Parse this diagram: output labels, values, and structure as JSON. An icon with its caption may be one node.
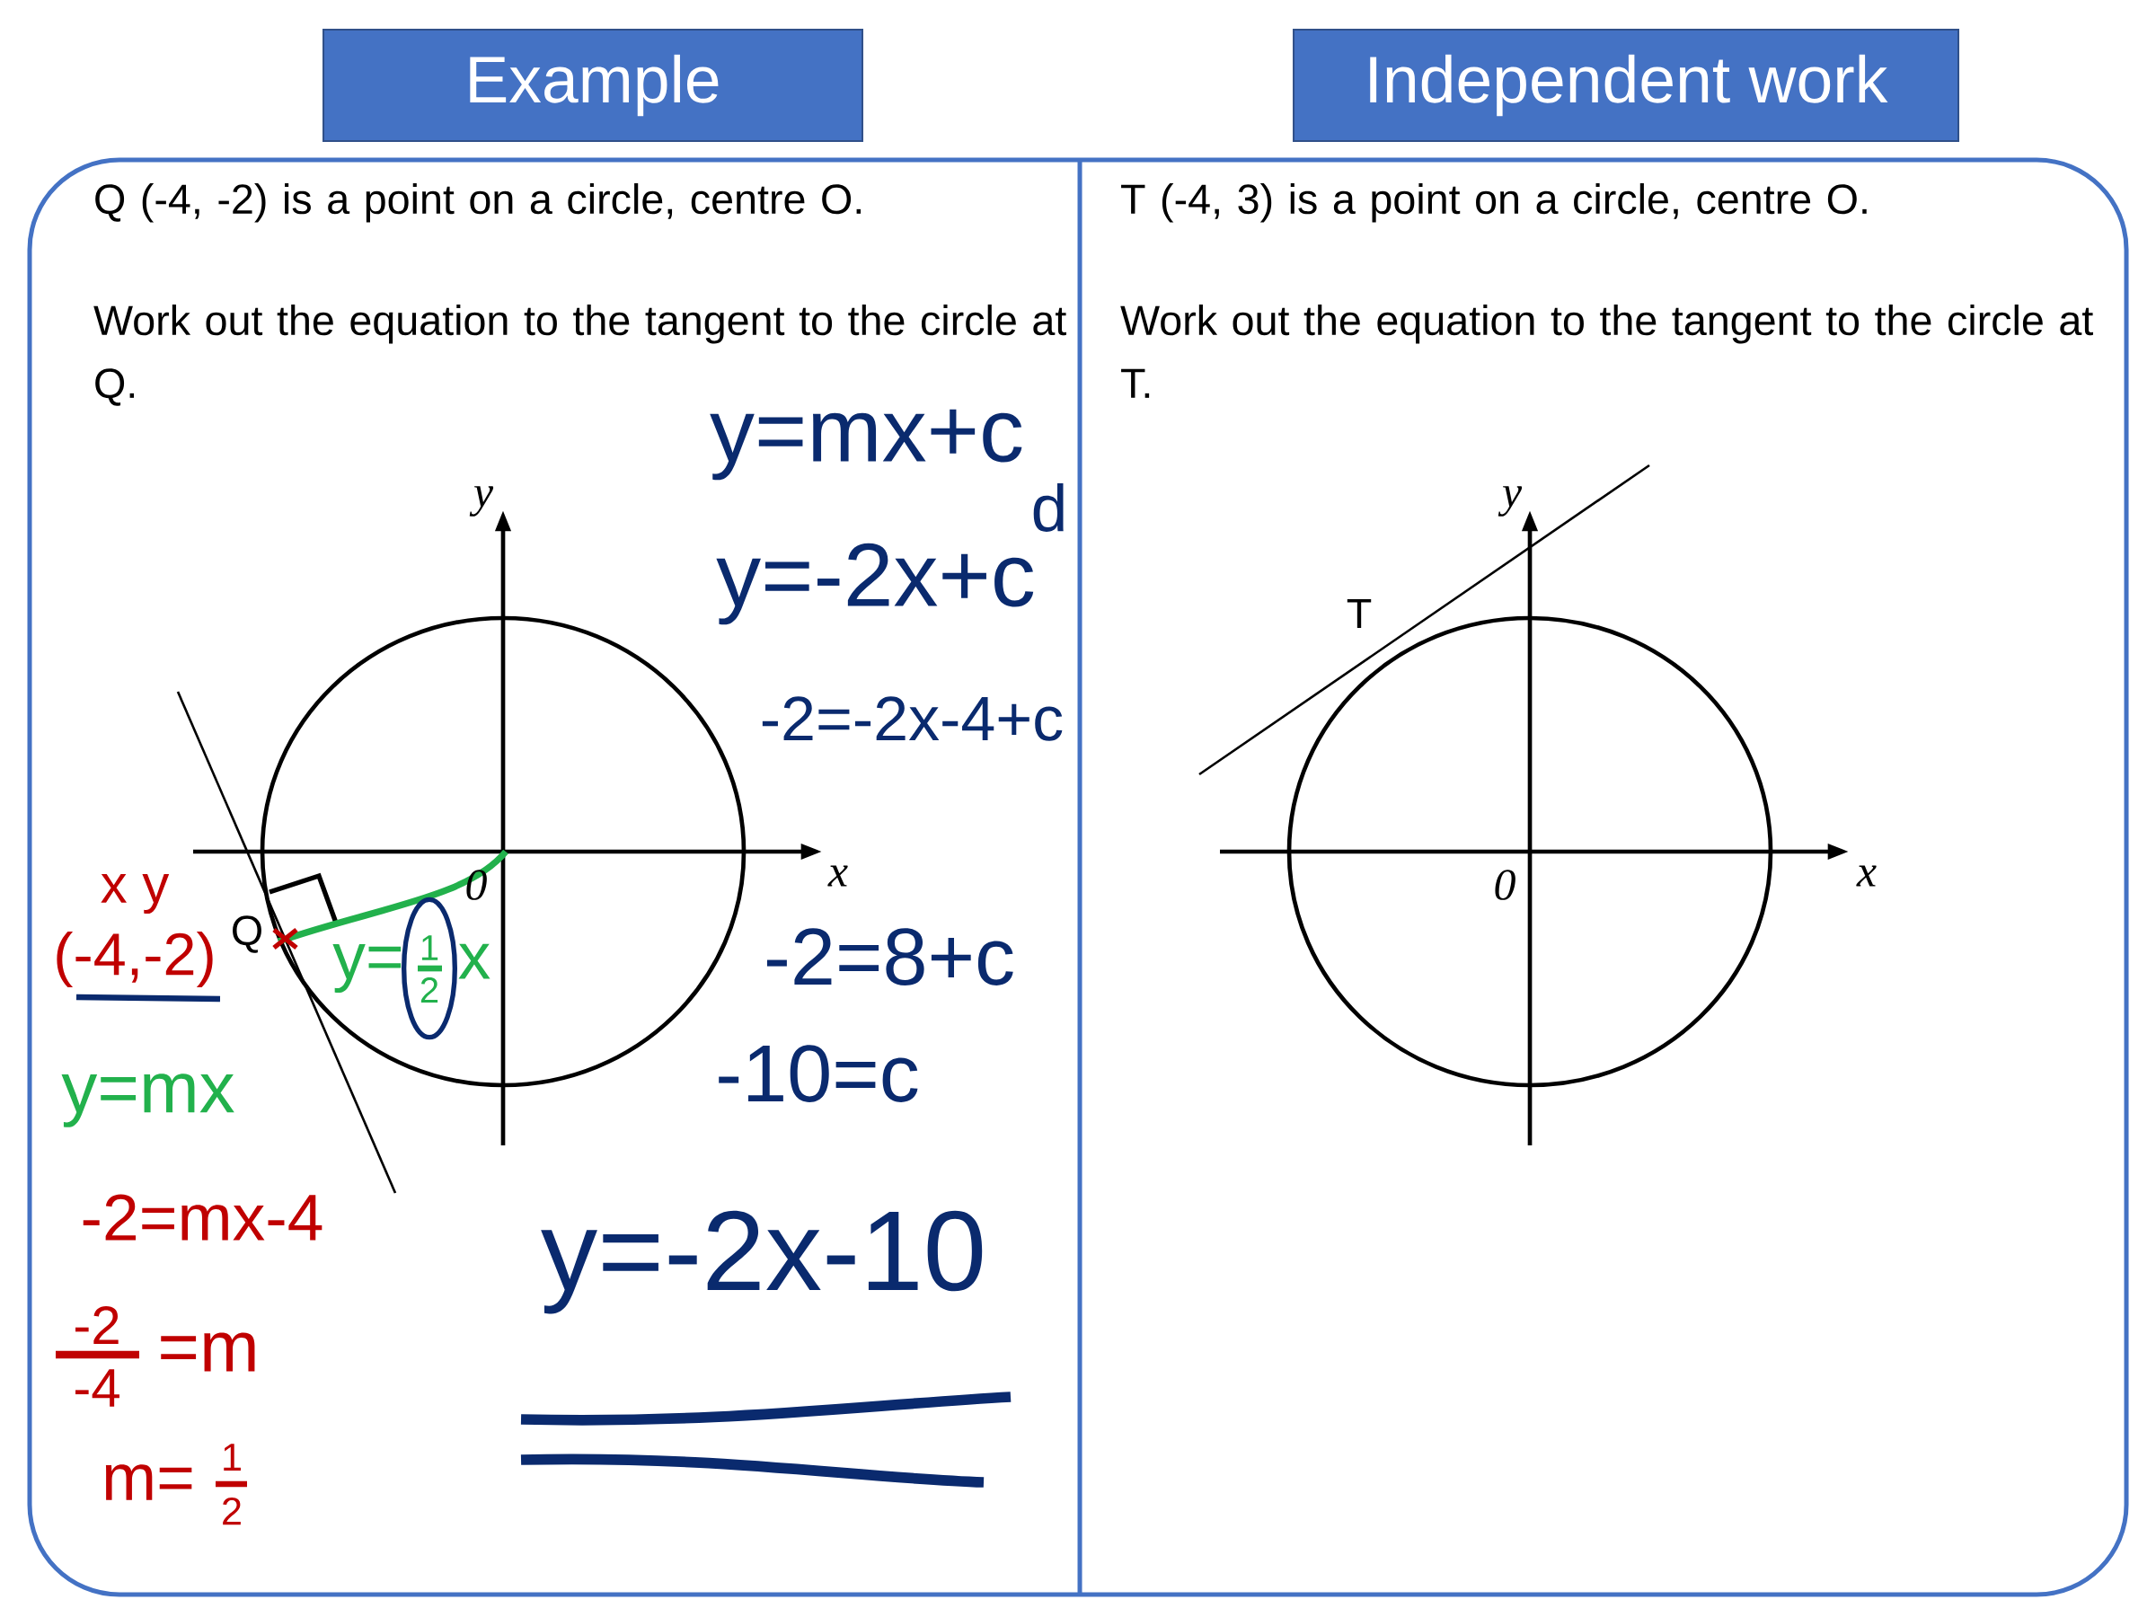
{
  "diagram": {
    "nodes": [
      {
        "text": [
          "Example"
        ]
      },
      {
        "text": [
          "Independent work"
        ]
      }
    ],
    "labels": [
      "Q (-4, -2) is a point on a circle, centre O.",
      "Work out the equation to the tangent to the circle at Q.",
      "T (-4, 3) is a point on a circle, centre O.",
      "Work out the equation to the tangent to the circle at T.",
      "y",
      "x",
      "0",
      "Q",
      "y",
      "x",
      "0",
      "T",
      "y=mx+c",
      "d",
      "y=-2x+c",
      "-2=-2x-4+c",
      "-2=8+c",
      "-10=c",
      "y=-2x-10",
      "x y",
      "(-4,-2)",
      "y=mx",
      "-2=mx-4",
      "-2",
      "-4",
      "=m",
      "m=",
      "1",
      "2",
      "y=",
      "1",
      "2",
      "x"
    ]
  }
}
